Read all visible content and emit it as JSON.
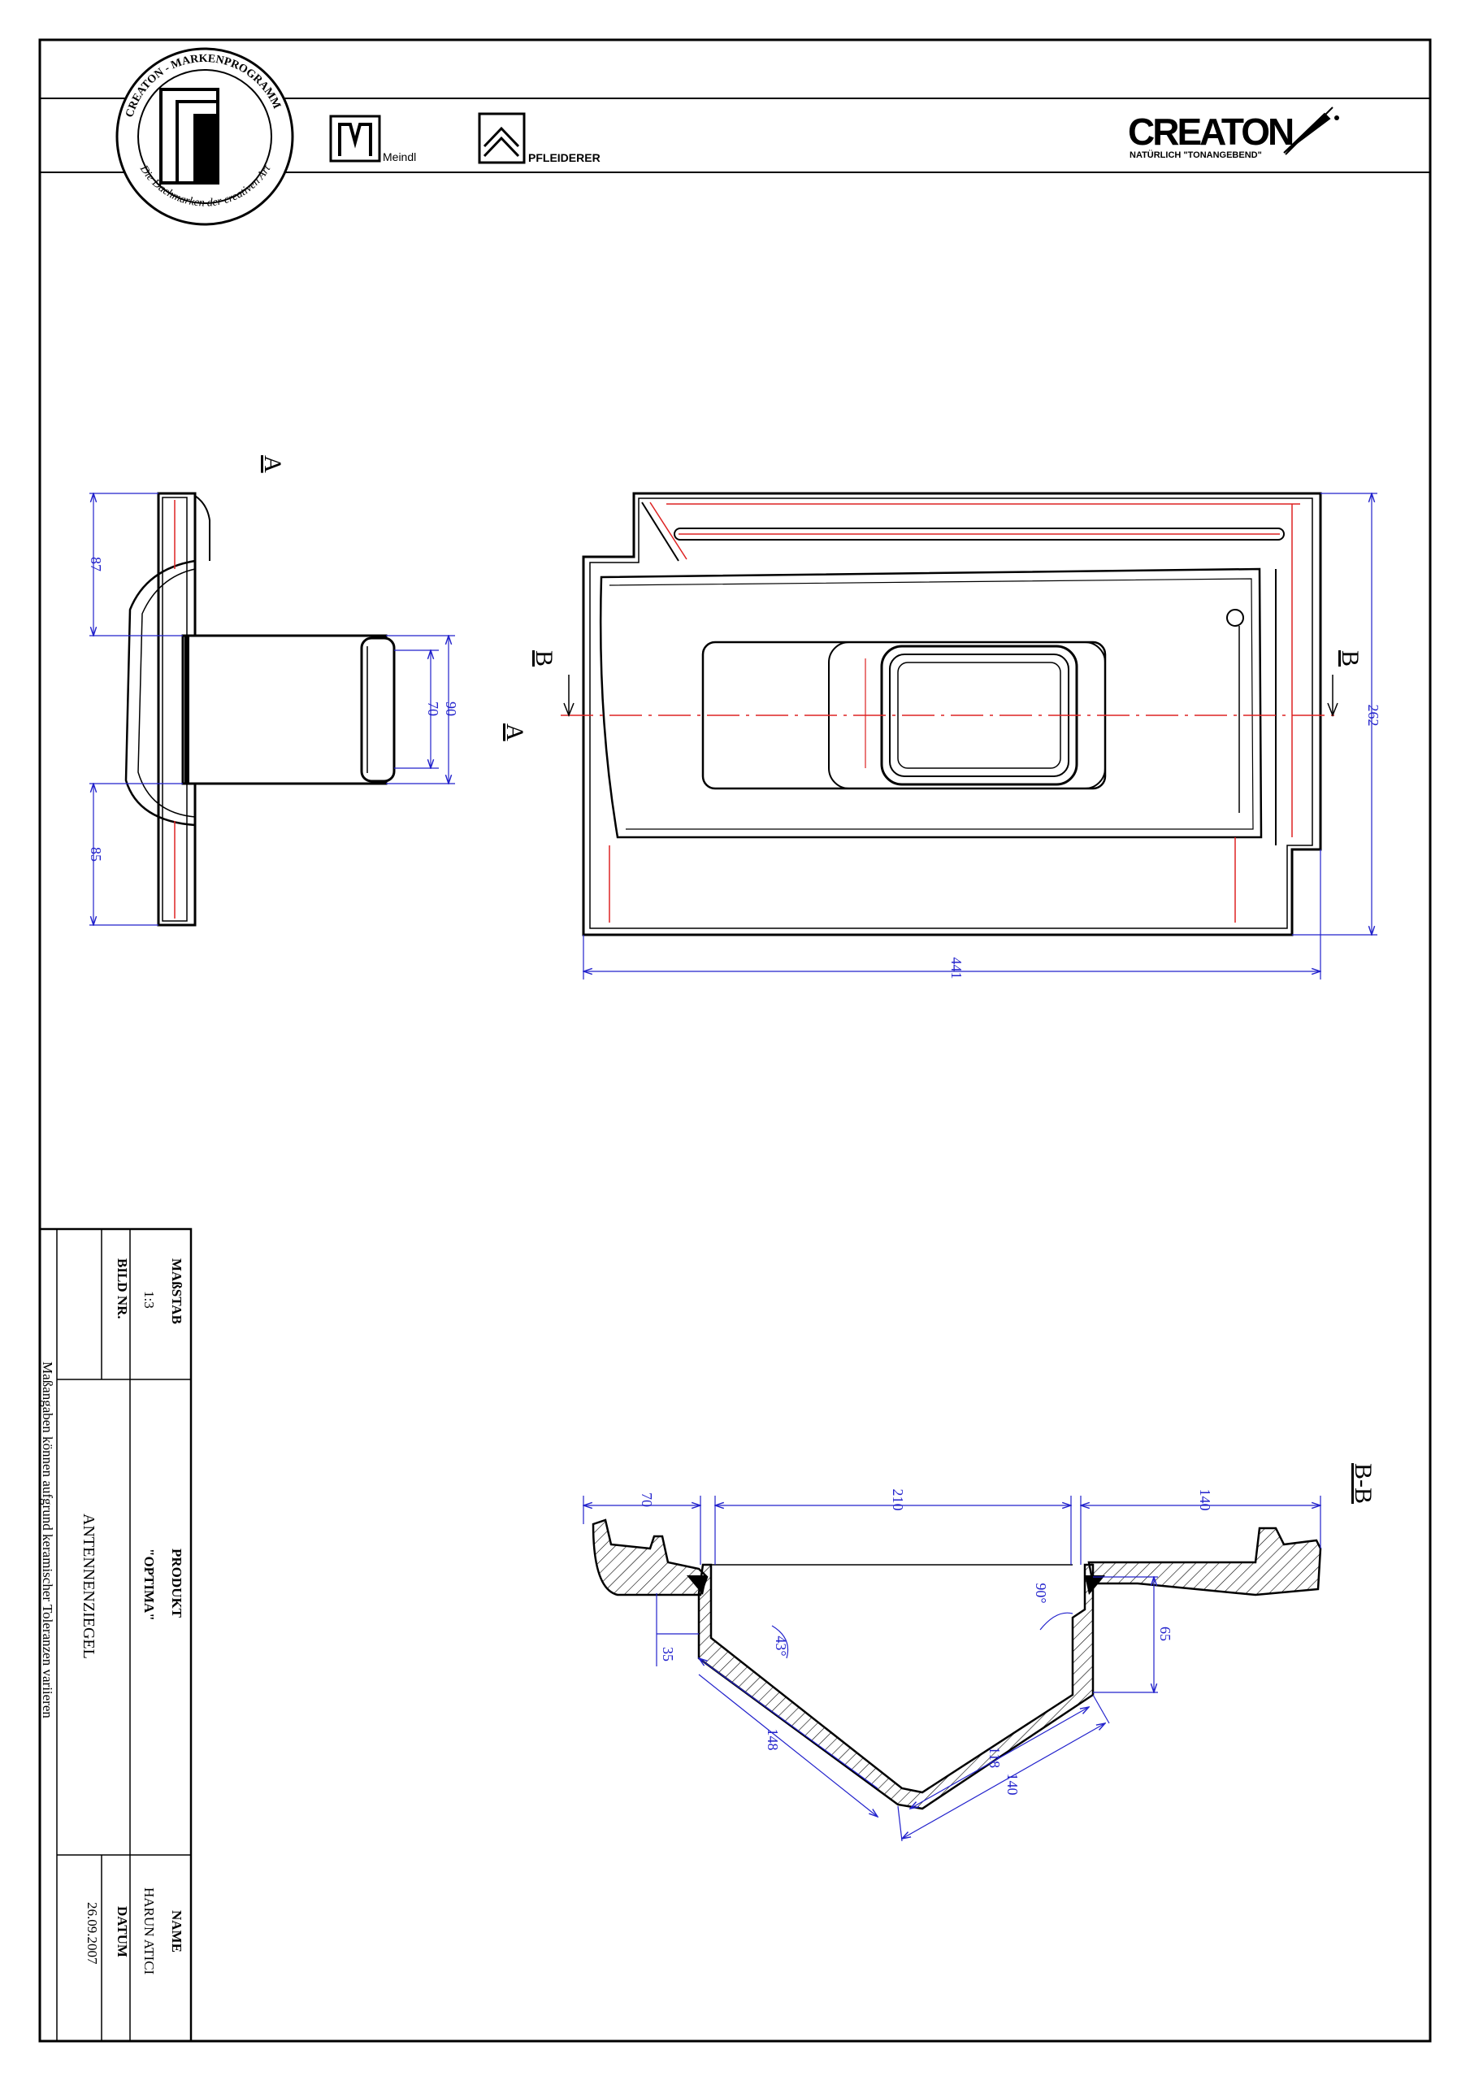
{
  "header": {
    "seal_text_top": "CREATON - MARKENPROGRAMM",
    "seal_text_bottom": "Die Dachmarken der creativen Art",
    "brand_meindl": "Meindl",
    "brand_pfleiderer": "PFLEIDERER",
    "brand_creaton": "CREATON",
    "brand_creaton_slogan": "NATÜRLICH \"TONANGEBEND\""
  },
  "views": {
    "side_label": "A",
    "section_mark_b": "B",
    "section_mark_a": "A",
    "section_title": "B-B"
  },
  "dimensions": {
    "side_87": "87",
    "side_85": "85",
    "side_70": "70",
    "side_90": "90",
    "top_262": "262",
    "top_441": "441",
    "sec_70": "70",
    "sec_210": "210",
    "sec_140_top": "140",
    "sec_90deg": "90°",
    "sec_43deg": "43°",
    "sec_35": "35",
    "sec_148": "148",
    "sec_65": "65",
    "sec_118": "118",
    "sec_140_bottom": "140"
  },
  "title_block": {
    "massstab_label": "MAßSTAB",
    "massstab_value": "1:3",
    "bild_nr_label": "BILD NR.",
    "produkt_label": "PRODUKT",
    "produkt_value": "\"OPTIMA\"",
    "produkt_name": "ANTENNENZIEGEL",
    "name_label": "NAME",
    "name_value": "HARUN  ATICI",
    "datum_label": "DATUM",
    "datum_value": "26.09.2007",
    "footnote": "Maßangaben  können  aufgrund  keramischer  Toleranzen  variieren"
  },
  "colors": {
    "line": "#000000",
    "dimension": "#2222cc",
    "hidden": "#dd2222"
  }
}
